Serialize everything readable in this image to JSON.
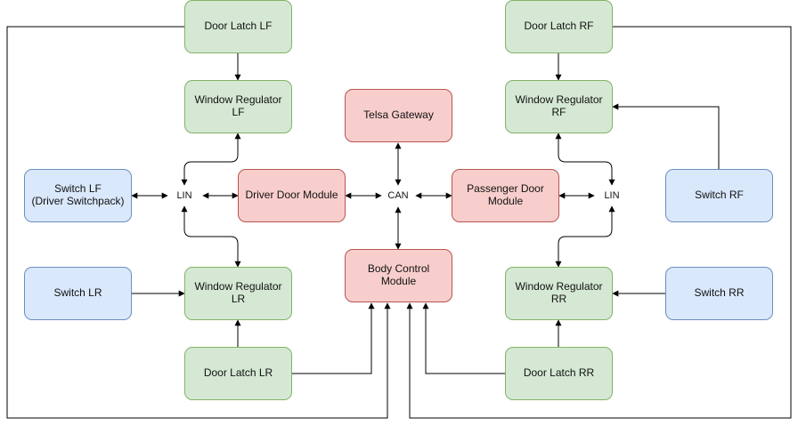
{
  "nodes": {
    "door_latch_lf": "Door Latch LF",
    "door_latch_rf": "Door Latch RF",
    "window_reg_lf": "Window Regulator LF",
    "window_reg_rf": "Window Regulator RF",
    "tesla_gateway": "Telsa Gateway",
    "switch_lf": "Switch LF\n(Driver Switchpack)",
    "driver_door_module": "Driver Door Module",
    "passenger_door_module": "Passenger Door\nModule",
    "switch_rf": "Switch RF",
    "switch_lr": "Switch LR",
    "window_reg_lr": "Window Regulator LR",
    "body_control_module": "Body Control Module",
    "window_reg_rr": "Window Regulator RR",
    "switch_rr": "Switch RR",
    "door_latch_lr": "Door Latch LR",
    "door_latch_rr": "Door Latch RR"
  },
  "buses": {
    "lin_left": "LIN",
    "can": "CAN",
    "lin_right": "LIN"
  },
  "colors": {
    "latch_regulator": "#d5e8d4",
    "module": "#f8cecc",
    "switch": "#dae8fc"
  }
}
